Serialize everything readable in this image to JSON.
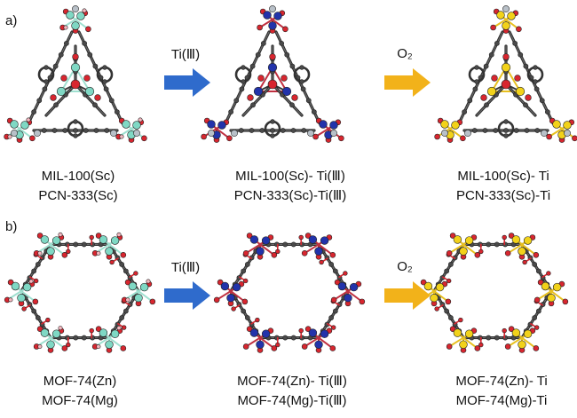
{
  "panels": [
    {
      "label": "a)",
      "stages": [
        {
          "lines": [
            "MIL-100(Sc)",
            "PCN-333(Sc)"
          ],
          "metal_color": "#7fd8c4",
          "variant": "plain"
        },
        {
          "lines": [
            "MIL-100(Sc)- Ti(Ⅲ)",
            "PCN-333(Sc)-Ti(Ⅲ)"
          ],
          "metal_color": "#2233aa",
          "variant": "doped"
        },
        {
          "lines": [
            "MIL-100(Sc)- Ti",
            "PCN-333(Sc)-Ti"
          ],
          "metal_color": "#f2d21a",
          "variant": "oxidized"
        }
      ],
      "arrows": [
        {
          "label": "Ti(Ⅲ)",
          "color": "#2f6bcc"
        },
        {
          "label": "O₂",
          "color": "#f2b21a"
        }
      ]
    },
    {
      "label": "b)",
      "stages": [
        {
          "lines": [
            "MOF-74(Zn)",
            "MOF-74(Mg)"
          ],
          "metal_color": "#7fd8c4",
          "variant": "plain"
        },
        {
          "lines": [
            "MOF-74(Zn)- Ti(Ⅲ)",
            "MOF-74(Mg)-Ti(Ⅲ)"
          ],
          "metal_color": "#2233aa",
          "variant": "doped"
        },
        {
          "lines": [
            "MOF-74(Zn)- Ti",
            "MOF-74(Mg)-Ti"
          ],
          "metal_color": "#f2d21a",
          "variant": "oxidized"
        }
      ],
      "arrows": [
        {
          "label": "Ti(Ⅲ)",
          "color": "#2f6bcc"
        },
        {
          "label": "O₂",
          "color": "#f2b21a"
        }
      ]
    }
  ]
}
